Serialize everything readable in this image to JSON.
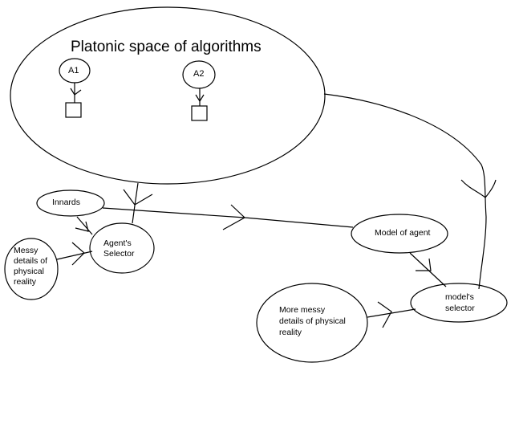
{
  "diagram": {
    "stroke_color": "#000000",
    "background_color": "#ffffff",
    "nodes": {
      "platonic": {
        "label": "Platonic space of algorithms"
      },
      "a1": {
        "label": "A1"
      },
      "a2": {
        "label": "A2"
      },
      "innards": {
        "label": "Innards"
      },
      "agent_selector": {
        "label_line1": "Agent's",
        "label_line2": "Selector"
      },
      "messy": {
        "line1": "Messy",
        "line2": "details of",
        "line3": "physical",
        "line4": "reality"
      },
      "model_of_agent": {
        "label": "Model of agent"
      },
      "models_selector": {
        "label_line1": "model's",
        "label_line2": "selector"
      },
      "more_messy": {
        "line1": "More messy",
        "line2": "details of physical",
        "line3": "reality"
      }
    },
    "edges": [
      {
        "from": "a1",
        "to": "a1-box"
      },
      {
        "from": "a2",
        "to": "a2-box"
      },
      {
        "from": "platonic",
        "to": "agent_selector"
      },
      {
        "from": "platonic",
        "to": "models_selector"
      },
      {
        "from": "innards",
        "to": "agent_selector"
      },
      {
        "from": "messy",
        "to": "agent_selector"
      },
      {
        "from": "innards",
        "to": "model_of_agent"
      },
      {
        "from": "model_of_agent",
        "to": "models_selector"
      },
      {
        "from": "more_messy",
        "to": "models_selector"
      }
    ]
  }
}
